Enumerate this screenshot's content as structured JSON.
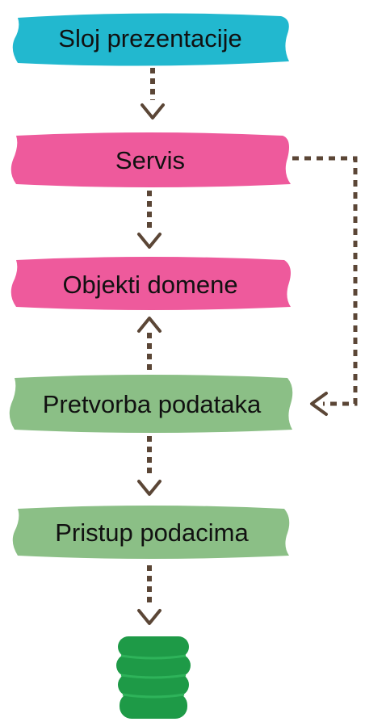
{
  "diagram": {
    "layers": [
      {
        "label": "Sloj prezentacije",
        "color": "#22b8cf"
      },
      {
        "label": "Servis",
        "color": "#ee5a9c"
      },
      {
        "label": "Objekti domene",
        "color": "#ee5a9c"
      },
      {
        "label": "Pretvorba podataka",
        "color": "#8bbf86"
      },
      {
        "label": "Pristup podacima",
        "color": "#8bbf86"
      }
    ],
    "database": {
      "icon": "database-icon",
      "color": "#1e9a47"
    },
    "arrow_color": "#5b4636"
  }
}
